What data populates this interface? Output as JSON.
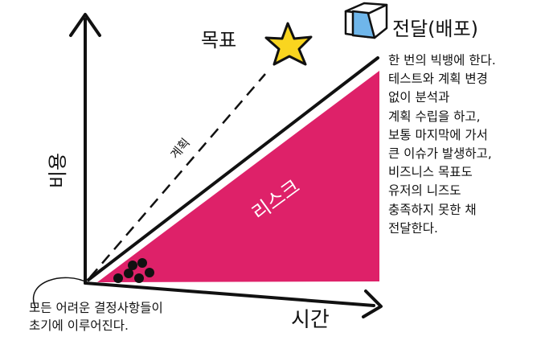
{
  "labels": {
    "goal": "목표",
    "y_axis": "비용",
    "x_axis": "시간",
    "plan": "계획",
    "risk": "리스크",
    "delivery_title": "전달(배포)"
  },
  "side_text": [
    "한 번의 빅뱅에 한다.",
    "테스트와 계획 변경",
    "없이 분석과",
    "계획 수립을 하고,",
    "보통 마지막에 가서",
    "큰 이슈가 발생하고,",
    "비즈니스 목표도",
    "유저의 니즈도",
    "충족하지 못한 채",
    "전달한다."
  ],
  "bottom_note": [
    "모든 어려운 결정사항들이",
    "초기에 이루어진다."
  ],
  "colors": {
    "risk": "#de2169",
    "star": "#f9d51f",
    "box_front": "#6fb6ea",
    "box_top": "#ffffff",
    "ink": "#111111"
  },
  "icons": [
    "star-icon",
    "box-icon"
  ]
}
